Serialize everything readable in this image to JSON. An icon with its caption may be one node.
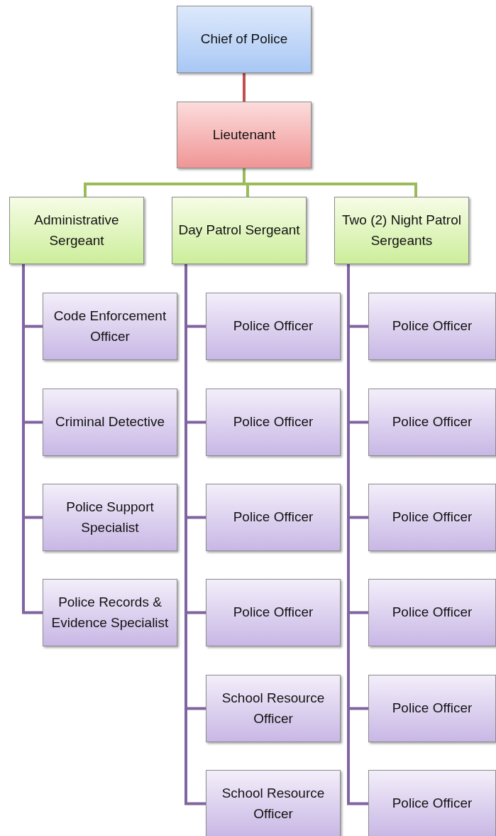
{
  "diagram": {
    "nodes": [
      {
        "text": [
          "Chief of Police"
        ]
      },
      {
        "text": [
          "Lieutenant"
        ]
      },
      {
        "text": [
          "Administrative Sergeant"
        ]
      },
      {
        "text": [
          "Day Patrol Sergeant"
        ]
      },
      {
        "text": [
          "Two (2) Night Patrol Sergeants"
        ]
      },
      {
        "text": [
          "Code Enforcement Officer"
        ]
      },
      {
        "text": [
          "Criminal Detective"
        ]
      },
      {
        "text": [
          "Police Support Specialist"
        ]
      },
      {
        "text": [
          "Police Records & Evidence Specialist"
        ]
      },
      {
        "text": [
          "Police Officer"
        ]
      },
      {
        "text": [
          "Police Officer"
        ]
      },
      {
        "text": [
          "Police Officer"
        ]
      },
      {
        "text": [
          "Police Officer"
        ]
      },
      {
        "text": [
          "School Resource Officer"
        ]
      },
      {
        "text": [
          "School Resource Officer"
        ]
      },
      {
        "text": [
          "Police Officer"
        ]
      },
      {
        "text": [
          "Police Officer"
        ]
      },
      {
        "text": [
          "Police Officer"
        ]
      },
      {
        "text": [
          "Police Officer"
        ]
      },
      {
        "text": [
          "Police Officer"
        ]
      },
      {
        "text": [
          "Police Officer"
        ]
      }
    ],
    "edges": [
      {
        "from": 0,
        "to": 1,
        "arrow": "none",
        "color": "#c0504d"
      },
      {
        "from": 1,
        "to": 2,
        "arrow": "none",
        "color": "#9bbb59"
      },
      {
        "from": 1,
        "to": 3,
        "arrow": "none",
        "color": "#9bbb59"
      },
      {
        "from": 1,
        "to": 4,
        "arrow": "none",
        "color": "#9bbb59"
      },
      {
        "from": 2,
        "to": 5,
        "arrow": "none"
      },
      {
        "from": 2,
        "to": 6,
        "arrow": "none"
      },
      {
        "from": 2,
        "to": 7,
        "arrow": "none"
      },
      {
        "from": 2,
        "to": 8,
        "arrow": "none"
      },
      {
        "from": 3,
        "to": 9,
        "arrow": "none"
      },
      {
        "from": 3,
        "to": 10,
        "arrow": "none"
      },
      {
        "from": 3,
        "to": 11,
        "arrow": "none"
      },
      {
        "from": 3,
        "to": 12,
        "arrow": "none"
      },
      {
        "from": 3,
        "to": 13,
        "arrow": "none"
      },
      {
        "from": 3,
        "to": 14,
        "arrow": "none"
      },
      {
        "from": 4,
        "to": 15,
        "arrow": "none"
      },
      {
        "from": 4,
        "to": 16,
        "arrow": "none"
      },
      {
        "from": 4,
        "to": 17,
        "arrow": "none"
      },
      {
        "from": 4,
        "to": 18,
        "arrow": "none"
      },
      {
        "from": 4,
        "to": 19,
        "arrow": "none"
      },
      {
        "from": 4,
        "to": 20,
        "arrow": "none"
      }
    ]
  }
}
